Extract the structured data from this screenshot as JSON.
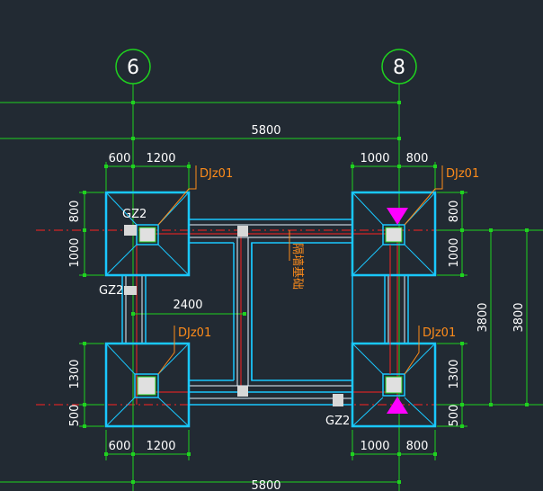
{
  "axes": {
    "left": "6",
    "right": "8"
  },
  "dims": {
    "top_total": "5800",
    "bottom_total": "5800",
    "tl_a": "600",
    "tl_b": "1200",
    "tr_a": "1000",
    "tr_b": "800",
    "bl_a": "600",
    "bl_b": "1200",
    "br_a": "1000",
    "br_b": "800",
    "left_top_v": "800",
    "left_mid_v": "1000",
    "left_low_v": "1300",
    "left_bot_v": "500",
    "right_top_v": "800",
    "right_mid_v": "1000",
    "right_low_v": "1300",
    "right_bot_v": "500",
    "right_span1": "3800",
    "right_span2": "3800",
    "inner_span": "2400"
  },
  "labels": {
    "djz_tl": "DJz01",
    "djz_tr": "DJz01",
    "djz_bl": "DJz01",
    "djz_br": "DJz01",
    "gz_1": "GZ2",
    "gz_2": "GZ2",
    "gz_3": "GZ2",
    "partition": "隔墙基础"
  },
  "colors": {
    "background": "#222a33",
    "foundation": "#19c8ff",
    "dimension": "#1fd21f",
    "axis_red": "#ff2222",
    "beam": "#e6f4ff",
    "label": "#ff8c1a",
    "marker": "#ff00ff"
  }
}
